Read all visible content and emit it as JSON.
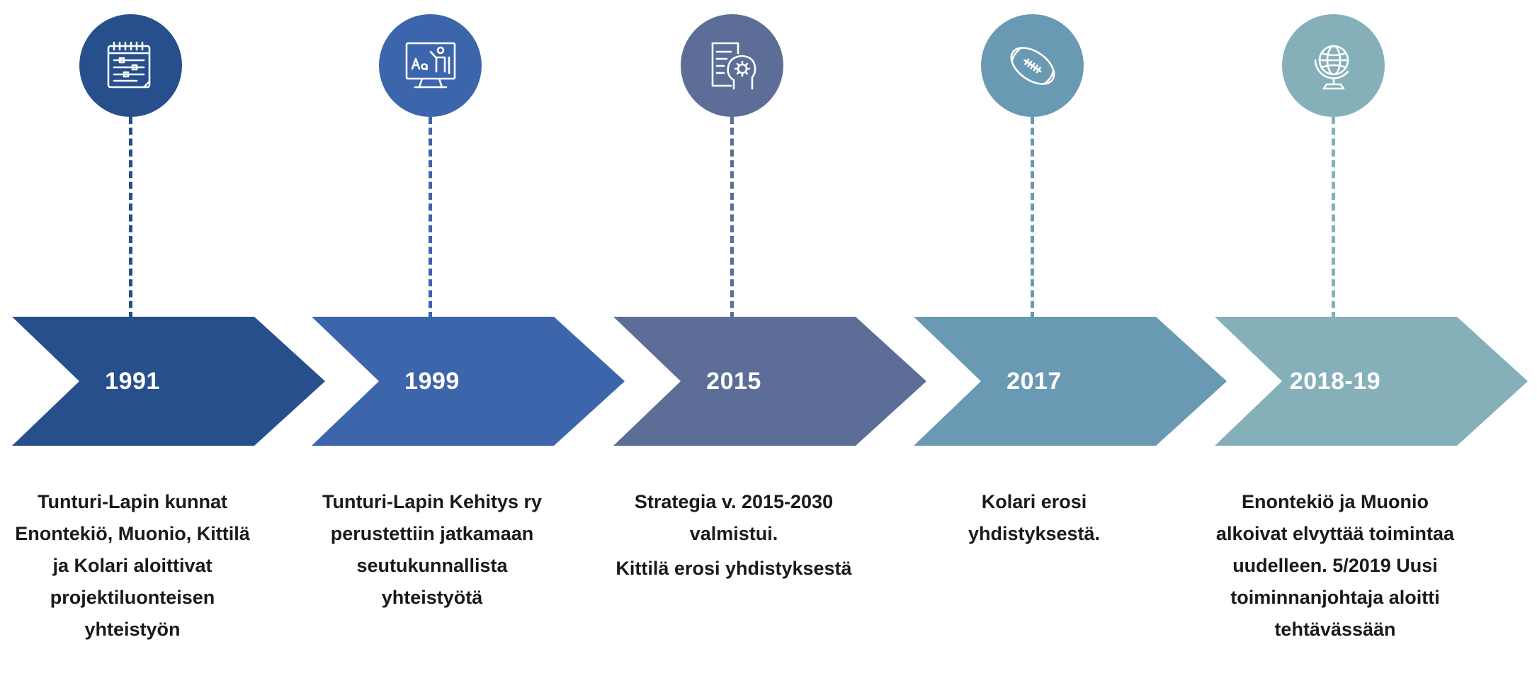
{
  "stages": [
    {
      "year": "1991",
      "icon": "calendar-sliders-icon",
      "color": "#264f8c",
      "description": [
        "Tunturi-Lapin kunnat Enontekiö, Muonio, Kittilä ja Kolari aloittivat projektiluonteisen yhteistyön"
      ]
    },
    {
      "year": "1999",
      "icon": "teacher-board-icon",
      "color": "#3c65ab",
      "description": [
        "Tunturi-Lapin Kehitys ry perustettiin jatkamaan seutukunnallista yhteistyötä"
      ]
    },
    {
      "year": "2015",
      "icon": "document-gear-icon",
      "color": "#5c6e97",
      "description": [
        "Strategia v. 2015-2030 valmistui.",
        "Kittilä erosi yhdistyksestä"
      ]
    },
    {
      "year": "2017",
      "icon": "football-icon",
      "color": "#6a99b3",
      "description": [
        "Kolari erosi yhdistyksestä."
      ]
    },
    {
      "year": "2018-19",
      "icon": "globe-icon",
      "color": "#85b0ba",
      "description": [
        "Enontekiö ja Muonio alkoivat elvyttää toimintaa uudelleen. 5/2019 Uusi toiminnanjohtaja aloitti tehtävässään"
      ]
    }
  ]
}
